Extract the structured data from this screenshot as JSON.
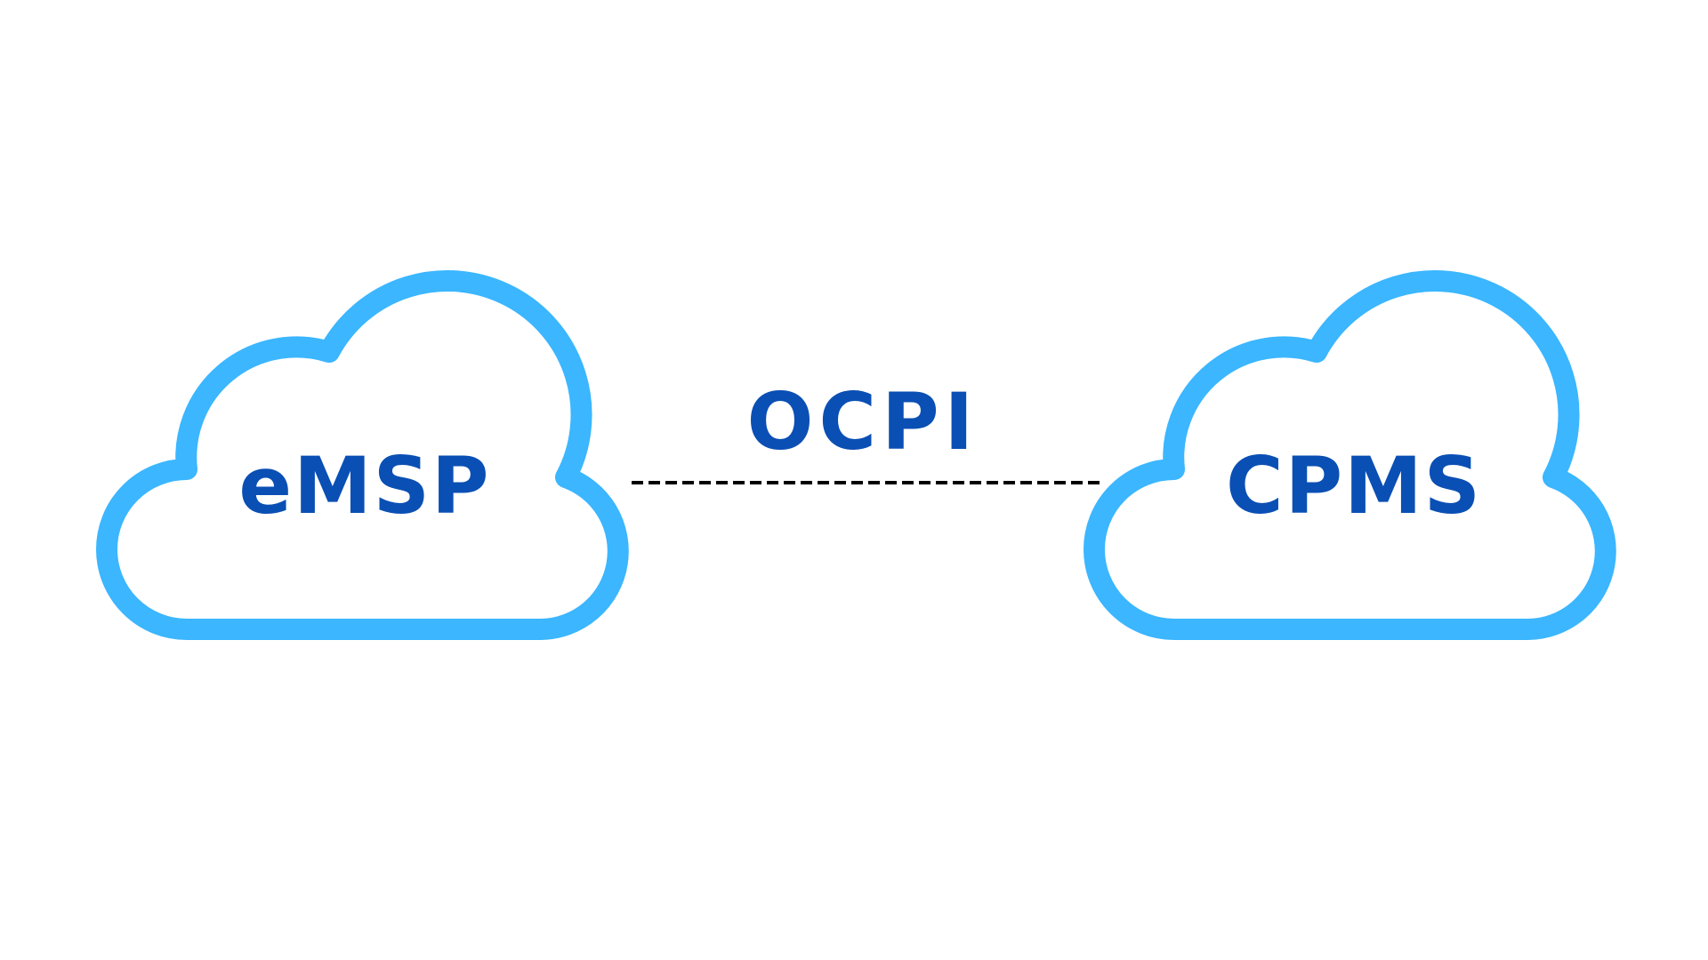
{
  "diagram": {
    "nodes": [
      {
        "id": "emsp",
        "label": "eMSP"
      },
      {
        "id": "cpms",
        "label": "CPMS"
      }
    ],
    "edge": {
      "from": "emsp",
      "to": "cpms",
      "label": "OCPI",
      "style": "dashed"
    },
    "colors": {
      "cloud_outline": "#3bb6ff",
      "label_text": "#0a4fb4",
      "connector": "#000000",
      "background": "#ffffff"
    }
  }
}
